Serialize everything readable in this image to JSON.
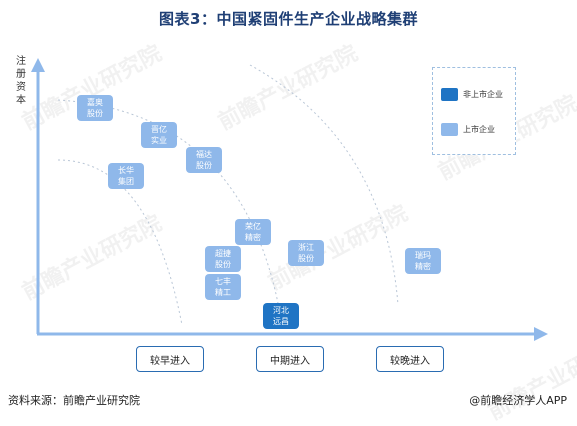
{
  "title": "图表3：中国紧固件生产企业战略集群",
  "y_axis_label": [
    "注",
    "册",
    "资",
    "本"
  ],
  "legend": [
    {
      "label": "非上市企业",
      "color": "#1f74c4"
    },
    {
      "label": "上市企业",
      "color": "#8fb8ea"
    }
  ],
  "stages": [
    "较早进入",
    "中期进入",
    "较晚进入"
  ],
  "firms": [
    {
      "name_lines": [
        "嘉奥",
        "股份"
      ],
      "listed": true
    },
    {
      "name_lines": [
        "晋亿",
        "实业"
      ],
      "listed": true
    },
    {
      "name_lines": [
        "福达",
        "股份"
      ],
      "listed": true
    },
    {
      "name_lines": [
        "长华",
        "集团"
      ],
      "listed": true
    },
    {
      "name_lines": [
        "荣亿",
        "精密"
      ],
      "listed": true
    },
    {
      "name_lines": [
        "超捷",
        "股份"
      ],
      "listed": true
    },
    {
      "name_lines": [
        "七丰",
        "精工"
      ],
      "listed": true
    },
    {
      "name_lines": [
        "浙江",
        "股份"
      ],
      "listed": true
    },
    {
      "name_lines": [
        "瑞玛",
        "精密"
      ],
      "listed": true
    },
    {
      "name_lines": [
        "河北",
        "远昌"
      ],
      "listed": false
    }
  ],
  "footer": {
    "source": "资料来源：前瞻产业研究院",
    "brand": "@前瞻经济学人APP"
  },
  "watermark": "前瞻产业研究院"
}
